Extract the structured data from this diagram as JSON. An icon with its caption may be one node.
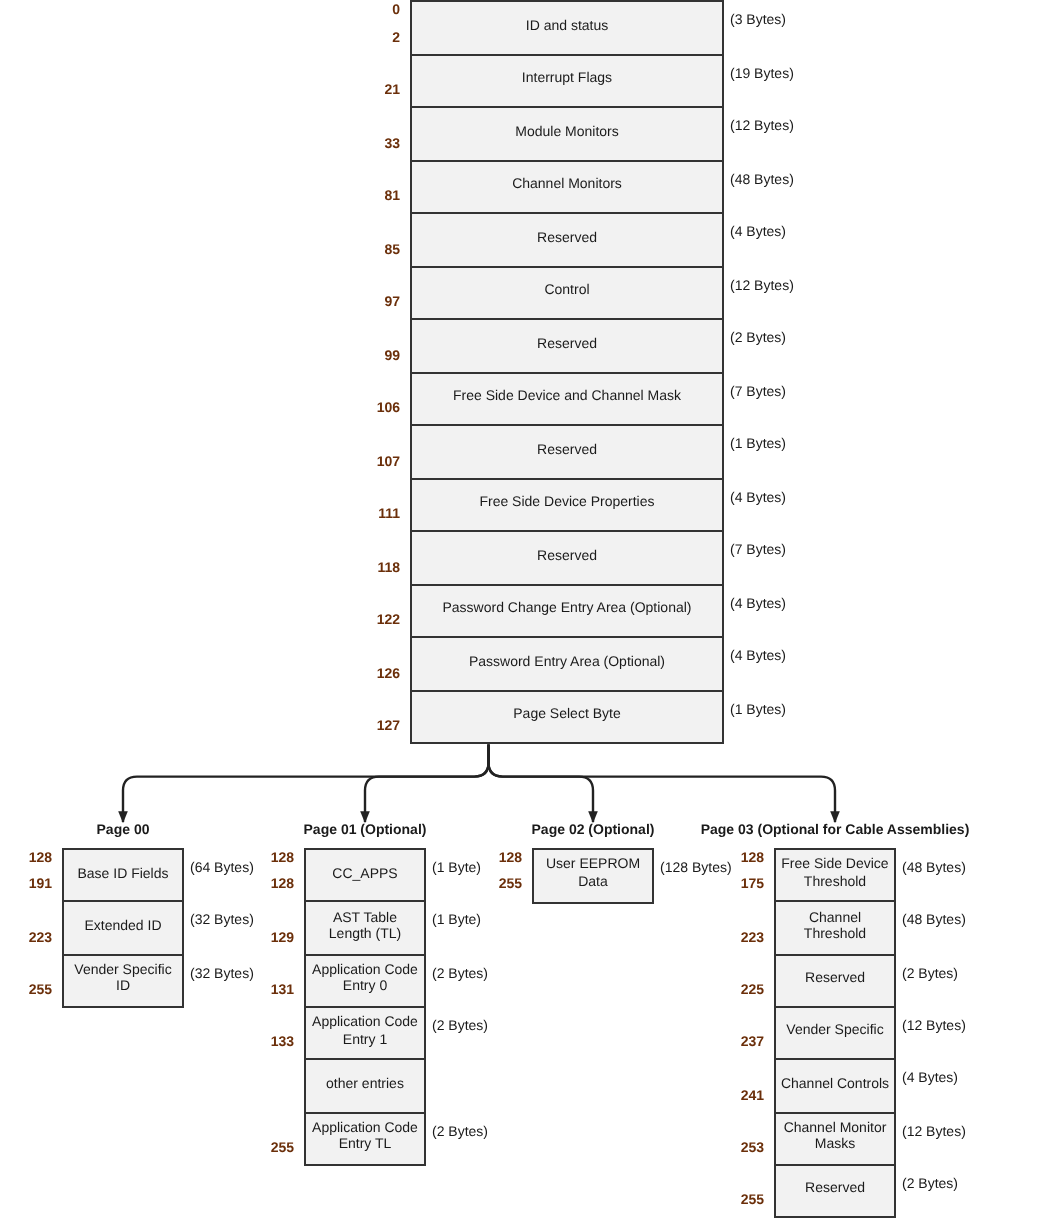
{
  "diagram": {
    "nodes": [
      {
        "text": [
          "ID and status"
        ],
        "beside": [
          "0",
          "2",
          "(3 Bytes)"
        ]
      },
      {
        "text": [
          "Interrupt Flags"
        ],
        "beside": [
          "21",
          "(19 Bytes)"
        ]
      },
      {
        "text": [
          "Module Monitors"
        ],
        "beside": [
          "33",
          "(12 Bytes)"
        ]
      },
      {
        "text": [
          "Channel Monitors"
        ],
        "beside": [
          "81",
          "(48 Bytes)"
        ]
      },
      {
        "text": [
          "Reserved"
        ],
        "beside": [
          "85",
          "(4 Bytes)"
        ]
      },
      {
        "text": [
          "Control"
        ],
        "beside": [
          "97",
          "(12 Bytes)"
        ]
      },
      {
        "text": [
          "Reserved"
        ],
        "beside": [
          "99",
          "(2 Bytes)"
        ]
      },
      {
        "text": [
          "Free Side Device and Channel Mask"
        ],
        "beside": [
          "106",
          "(7 Bytes)"
        ]
      },
      {
        "text": [
          "Reserved"
        ],
        "beside": [
          "107",
          "(1 Bytes)"
        ]
      },
      {
        "text": [
          "Free Side Device Properties"
        ],
        "beside": [
          "111",
          "(4 Bytes)"
        ]
      },
      {
        "text": [
          "Reserved"
        ],
        "beside": [
          "118",
          "(7 Bytes)"
        ]
      },
      {
        "text": [
          "Password Change Entry Area (Optional)"
        ],
        "beside": [
          "122",
          "(4 Bytes)"
        ]
      },
      {
        "text": [
          "Password Entry Area (Optional)"
        ],
        "beside": [
          "126",
          "(4 Bytes)"
        ]
      },
      {
        "text": [
          "Page Select Byte"
        ],
        "beside": [
          "127",
          "(1 Bytes)"
        ]
      },
      {
        "text": [
          "Page 00"
        ]
      },
      {
        "text": [
          "Base ID Fields"
        ],
        "beside": [
          "128",
          "191",
          "(64 Bytes)"
        ],
        "in": 14
      },
      {
        "text": [
          "Extended ID"
        ],
        "beside": [
          "223",
          "(32 Bytes)"
        ],
        "in": 14
      },
      {
        "text": [
          "Vender Specific ID"
        ],
        "beside": [
          "255",
          "(32 Bytes)"
        ],
        "in": 14
      },
      {
        "text": [
          "Page 01 (Optional)"
        ]
      },
      {
        "text": [
          "CC_APPS"
        ],
        "beside": [
          "128",
          "128",
          "(1 Byte)"
        ],
        "in": 18
      },
      {
        "text": [
          "AST Table Length (TL)"
        ],
        "beside": [
          "129",
          "(1 Byte)"
        ],
        "in": 18
      },
      {
        "text": [
          "Application Code Entry 0"
        ],
        "beside": [
          "131",
          "(2 Bytes)"
        ],
        "in": 18
      },
      {
        "text": [
          "Application Code Entry 1"
        ],
        "beside": [
          "133",
          "(2 Bytes)"
        ],
        "in": 18
      },
      {
        "text": [
          "other entries"
        ],
        "in": 18
      },
      {
        "text": [
          "Application Code Entry TL"
        ],
        "beside": [
          "255",
          "(2 Bytes)"
        ],
        "in": 18
      },
      {
        "text": [
          "Page 02 (Optional)"
        ]
      },
      {
        "text": [
          "User EEPROM Data"
        ],
        "beside": [
          "128",
          "255",
          "(128 Bytes)"
        ],
        "in": 25
      },
      {
        "text": [
          "Page 03 (Optional for Cable Assemblies)"
        ]
      },
      {
        "text": [
          "Free Side Device Threshold"
        ],
        "beside": [
          "128",
          "175",
          "(48 Bytes)"
        ],
        "in": 27
      },
      {
        "text": [
          "Channel Threshold"
        ],
        "beside": [
          "223",
          "(48 Bytes)"
        ],
        "in": 27
      },
      {
        "text": [
          "Reserved"
        ],
        "beside": [
          "225",
          "(2 Bytes)"
        ],
        "in": 27
      },
      {
        "text": [
          "Vender Specific"
        ],
        "beside": [
          "237",
          "(12 Bytes)"
        ],
        "in": 27
      },
      {
        "text": [
          "Channel Controls"
        ],
        "beside": [
          "241",
          "(4 Bytes)"
        ],
        "in": 27
      },
      {
        "text": [
          "Channel Monitor Masks"
        ],
        "beside": [
          "253",
          "(12 Bytes)"
        ],
        "in": 27
      },
      {
        "text": [
          "Reserved"
        ],
        "beside": [
          "255",
          "(2 Bytes)"
        ],
        "in": 27
      }
    ],
    "edges": [
      {
        "from": 13,
        "to": 14,
        "arrow": "to"
      },
      {
        "from": 13,
        "to": 18,
        "arrow": "to"
      },
      {
        "from": 13,
        "to": 25,
        "arrow": "to"
      },
      {
        "from": 13,
        "to": 27,
        "arrow": "to"
      }
    ]
  }
}
